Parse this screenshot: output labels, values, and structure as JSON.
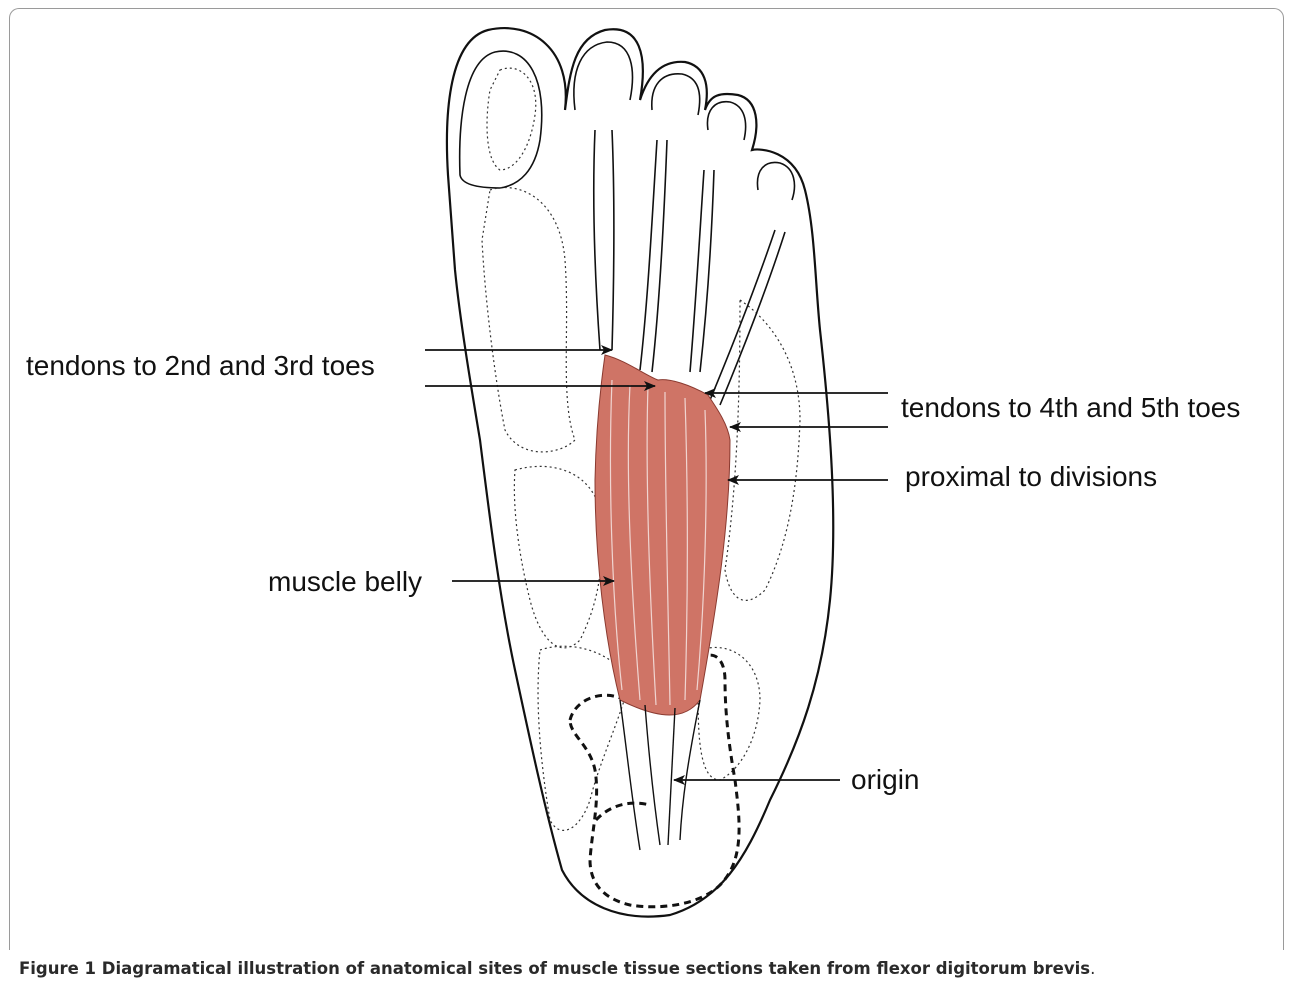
{
  "diagram": {
    "labels": {
      "tendons_2_3": "tendons to 2nd and 3rd toes",
      "tendons_4_5": "tendons to 4th and 5th toes",
      "proximal": "proximal to divisions",
      "belly": "muscle belly",
      "origin": "origin"
    },
    "colors": {
      "muscle": "#cf7466",
      "outline": "#111111"
    }
  },
  "caption": {
    "label": "Figure 1",
    "text": "Diagramatical illustration of anatomical sites of muscle tissue sections taken from flexor digitorum brevis",
    "end": "."
  }
}
